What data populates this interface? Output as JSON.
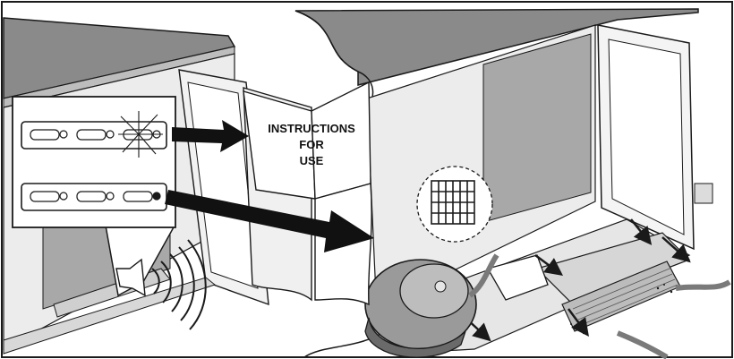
{
  "booklet": {
    "line1": "INSTRUCTIONS",
    "line2": "FOR",
    "line3": "USE"
  },
  "colors": {
    "line": "#1a1a1a",
    "counter_top": "#8a8a8a",
    "glass": "#a8a8a8",
    "cabinet": "#ececec",
    "appliance": "#9a9a9a",
    "appliance_dark": "#6a6a6a"
  },
  "icons": [
    "control-panel",
    "alarm-flash",
    "alarm-sound",
    "instructions-booklet",
    "condenser-filter",
    "vacuum-cleaner",
    "removal-arrow"
  ]
}
